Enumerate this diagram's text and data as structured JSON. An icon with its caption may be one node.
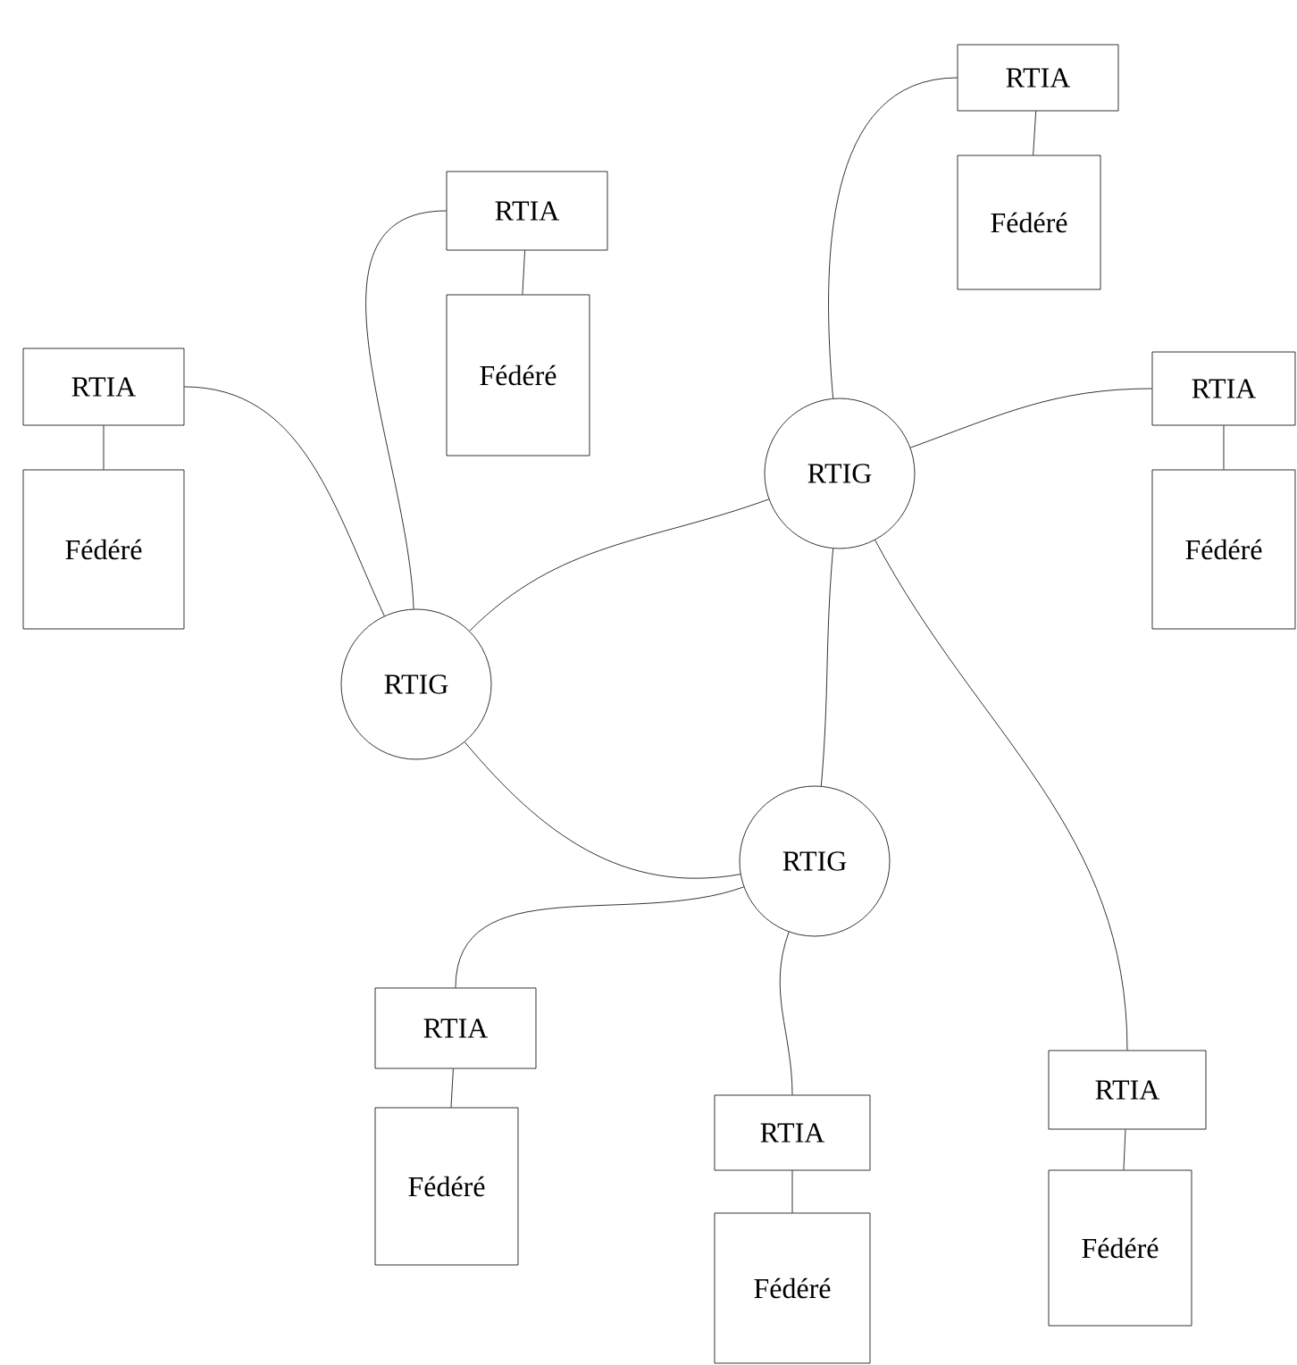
{
  "diagram": {
    "nodes": [
      {
        "text": [
          "RTIA"
        ]
      },
      {
        "text": [
          "Fédéré"
        ]
      },
      {
        "text": [
          "RTIA"
        ]
      },
      {
        "text": [
          "Fédéré"
        ]
      },
      {
        "text": [
          "RTIA"
        ]
      },
      {
        "text": [
          "Fédéré"
        ]
      },
      {
        "text": [
          "RTIG"
        ]
      },
      {
        "text": [
          "RTIA"
        ]
      },
      {
        "text": [
          "Fédéré"
        ]
      },
      {
        "text": [
          "RTIG"
        ]
      },
      {
        "text": [
          "RTIG"
        ]
      },
      {
        "text": [
          "RTIA"
        ]
      },
      {
        "text": [
          "Fédéré"
        ]
      },
      {
        "text": [
          "RTIA"
        ]
      },
      {
        "text": [
          "Fédéré"
        ]
      },
      {
        "text": [
          "RTIA"
        ]
      },
      {
        "text": [
          "Fédéré"
        ]
      }
    ],
    "edges": [
      {
        "from": 0,
        "to": 1,
        "arrow": "none"
      },
      {
        "from": 2,
        "to": 3,
        "arrow": "none"
      },
      {
        "from": 4,
        "to": 5,
        "arrow": "none"
      },
      {
        "from": 7,
        "to": 8,
        "arrow": "none"
      },
      {
        "from": 11,
        "to": 12,
        "arrow": "none"
      },
      {
        "from": 13,
        "to": 14,
        "arrow": "none"
      },
      {
        "from": 15,
        "to": 16,
        "arrow": "none"
      },
      {
        "from": 9,
        "to": 4,
        "arrow": "none"
      },
      {
        "from": 9,
        "to": 2,
        "arrow": "none"
      },
      {
        "from": 9,
        "to": 6,
        "arrow": "none"
      },
      {
        "from": 9,
        "to": 10,
        "arrow": "none"
      },
      {
        "from": 6,
        "to": 0,
        "arrow": "none"
      },
      {
        "from": 6,
        "to": 7,
        "arrow": "none"
      },
      {
        "from": 6,
        "to": 10,
        "arrow": "none"
      },
      {
        "from": 6,
        "to": 13,
        "arrow": "none"
      },
      {
        "from": 10,
        "to": 11,
        "arrow": "none"
      },
      {
        "from": 10,
        "to": 15,
        "arrow": "none"
      }
    ]
  }
}
